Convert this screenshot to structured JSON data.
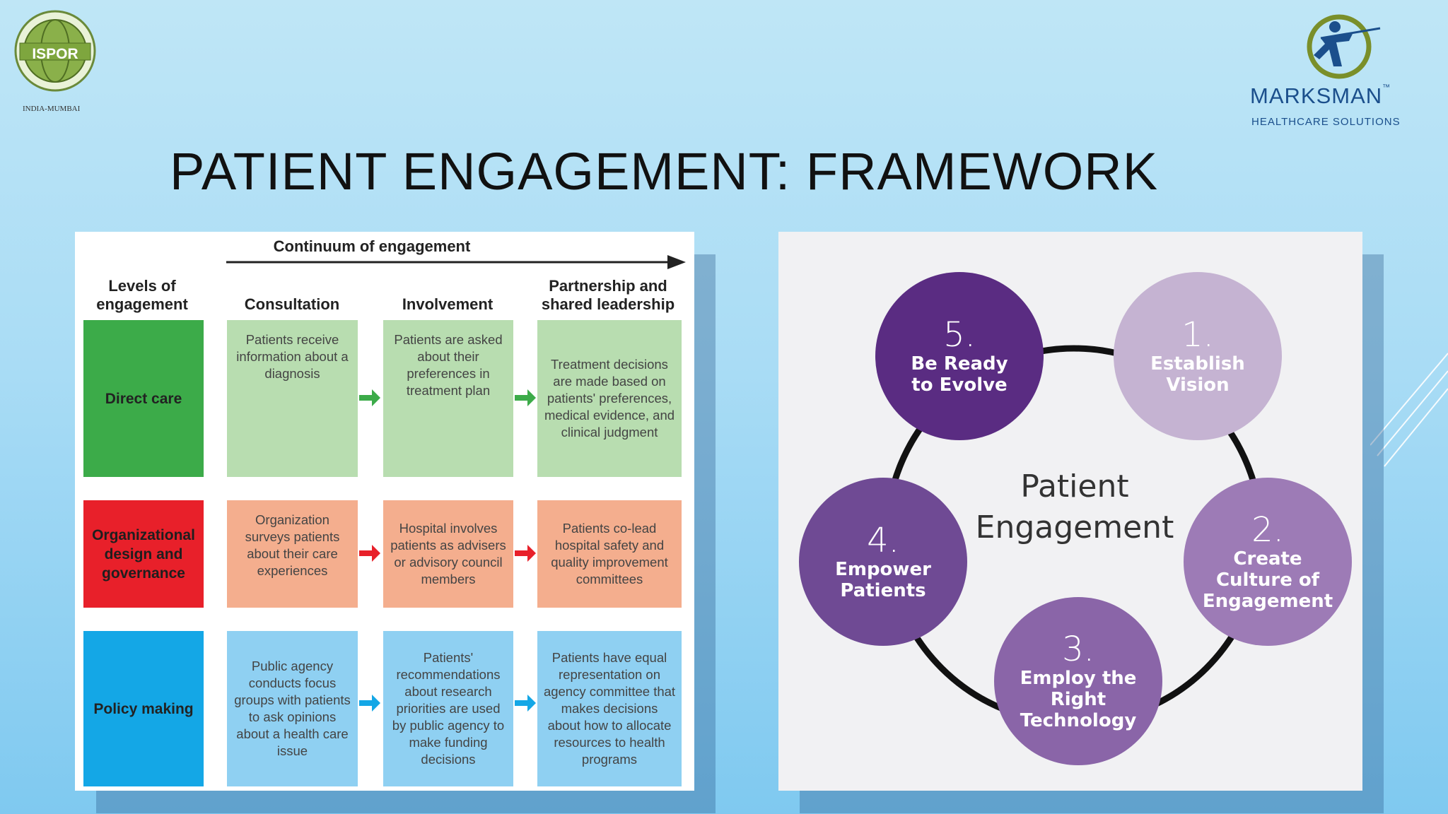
{
  "header": {
    "title": "PATIENT ENGAGEMENT: FRAMEWORK",
    "ispor_logo": {
      "name": "ISPOR",
      "location": "INDIA-MUMBAI"
    },
    "marksman_logo": {
      "name": "MARKSMAN",
      "tm": "™",
      "tagline": "HEALTHCARE SOLUTIONS"
    }
  },
  "left_table": {
    "continuum_label": "Continuum of engagement",
    "levels_header": "Levels of engagement",
    "columns": [
      "Consultation",
      "Involvement",
      "Partnership and shared leadership"
    ],
    "rows": [
      {
        "label": "Direct care",
        "color": "#3cab49",
        "cells": [
          "Patients receive information about a diagnosis",
          "Patients are asked about their preferences in treatment plan",
          "Treatment decisions are made based on patients' preferences, medical evidence, and clinical judgment"
        ]
      },
      {
        "label": "Organizational design and governance",
        "color": "#e8202a",
        "cells": [
          "Organization surveys patients about their care experiences",
          "Hospital involves patients as advisers or advisory council members",
          "Patients co-lead hospital safety and quality improvement committees"
        ]
      },
      {
        "label": "Policy making",
        "color": "#14a7e6",
        "cells": [
          "Public agency conducts focus groups with patients to ask opinions about a health care issue",
          "Patients' recommendations about research priorities are used by public agency to make funding decisions",
          "Patients have equal representation on agency committee that makes decisions about how to allocate resources to health programs"
        ]
      }
    ]
  },
  "right_diagram": {
    "center": [
      "Patient",
      "Engagement"
    ],
    "steps": [
      {
        "number": "1.",
        "label": "Establish Vision",
        "color": "#c5b3d2"
      },
      {
        "number": "2.",
        "label": "Create Culture of Engagement",
        "color": "#9d7bb6"
      },
      {
        "number": "3.",
        "label": "Employ the Right Technology",
        "color": "#8a65a8"
      },
      {
        "number": "4.",
        "label": "Empower Patients",
        "color": "#6f4a94"
      },
      {
        "number": "5.",
        "label": "Be Ready to Evolve",
        "color": "#5a2c82"
      }
    ]
  }
}
